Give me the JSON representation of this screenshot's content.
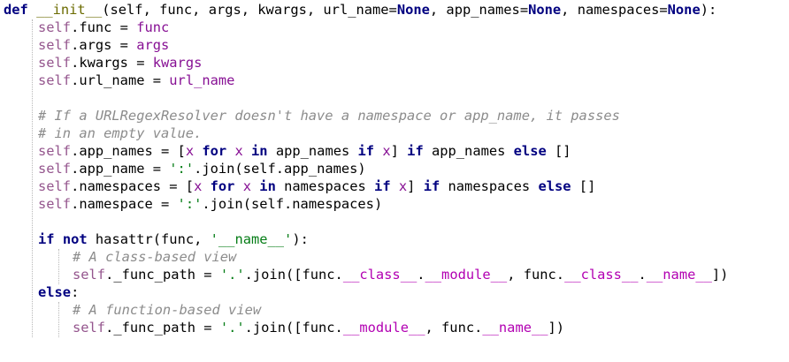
{
  "lines": [
    {
      "indent": 0,
      "tokens": [
        {
          "t": "def",
          "c": "t-def"
        },
        {
          "t": " ",
          "c": "t-plain"
        },
        {
          "t": "__init__",
          "c": "t-name"
        },
        {
          "t": "(self, func, args, kwargs, url_name=",
          "c": "t-plain"
        },
        {
          "t": "None",
          "c": "t-kw"
        },
        {
          "t": ", app_names=",
          "c": "t-plain"
        },
        {
          "t": "None",
          "c": "t-kw"
        },
        {
          "t": ", namespaces=",
          "c": "t-plain"
        },
        {
          "t": "None",
          "c": "t-kw"
        },
        {
          "t": "):",
          "c": "t-plain"
        }
      ]
    },
    {
      "indent": 1,
      "tokens": [
        {
          "t": "self",
          "c": "t-self"
        },
        {
          "t": ".func = ",
          "c": "t-plain"
        },
        {
          "t": "func",
          "c": "t-var"
        }
      ]
    },
    {
      "indent": 1,
      "tokens": [
        {
          "t": "self",
          "c": "t-self"
        },
        {
          "t": ".args = ",
          "c": "t-plain"
        },
        {
          "t": "args",
          "c": "t-var"
        }
      ]
    },
    {
      "indent": 1,
      "tokens": [
        {
          "t": "self",
          "c": "t-self"
        },
        {
          "t": ".kwargs = ",
          "c": "t-plain"
        },
        {
          "t": "kwargs",
          "c": "t-var"
        }
      ]
    },
    {
      "indent": 1,
      "tokens": [
        {
          "t": "self",
          "c": "t-self"
        },
        {
          "t": ".url_name = ",
          "c": "t-plain"
        },
        {
          "t": "url_name",
          "c": "t-var"
        }
      ]
    },
    {
      "indent": 0,
      "tokens": []
    },
    {
      "indent": 1,
      "tokens": [
        {
          "t": "# If a URLRegexResolver doesn't have a namespace or app_name, it passes",
          "c": "t-cmt"
        }
      ]
    },
    {
      "indent": 1,
      "tokens": [
        {
          "t": "# in an empty value.",
          "c": "t-cmt"
        }
      ]
    },
    {
      "indent": 1,
      "tokens": [
        {
          "t": "self",
          "c": "t-self"
        },
        {
          "t": ".app_names = [",
          "c": "t-plain"
        },
        {
          "t": "x",
          "c": "t-var"
        },
        {
          "t": " ",
          "c": "t-plain"
        },
        {
          "t": "for",
          "c": "t-kw"
        },
        {
          "t": " ",
          "c": "t-plain"
        },
        {
          "t": "x",
          "c": "t-var"
        },
        {
          "t": " ",
          "c": "t-plain"
        },
        {
          "t": "in",
          "c": "t-kw"
        },
        {
          "t": " app_names ",
          "c": "t-plain"
        },
        {
          "t": "if",
          "c": "t-kw"
        },
        {
          "t": " ",
          "c": "t-plain"
        },
        {
          "t": "x",
          "c": "t-var"
        },
        {
          "t": "] ",
          "c": "t-plain"
        },
        {
          "t": "if",
          "c": "t-kw"
        },
        {
          "t": " app_names ",
          "c": "t-plain"
        },
        {
          "t": "else",
          "c": "t-kw"
        },
        {
          "t": " []",
          "c": "t-plain"
        }
      ]
    },
    {
      "indent": 1,
      "tokens": [
        {
          "t": "self",
          "c": "t-self"
        },
        {
          "t": ".app_name = ",
          "c": "t-plain"
        },
        {
          "t": "':'",
          "c": "t-str"
        },
        {
          "t": ".join(self.app_names)",
          "c": "t-plain"
        }
      ]
    },
    {
      "indent": 1,
      "tokens": [
        {
          "t": "self",
          "c": "t-self"
        },
        {
          "t": ".namespaces = [",
          "c": "t-plain"
        },
        {
          "t": "x",
          "c": "t-var"
        },
        {
          "t": " ",
          "c": "t-plain"
        },
        {
          "t": "for",
          "c": "t-kw"
        },
        {
          "t": " ",
          "c": "t-plain"
        },
        {
          "t": "x",
          "c": "t-var"
        },
        {
          "t": " ",
          "c": "t-plain"
        },
        {
          "t": "in",
          "c": "t-kw"
        },
        {
          "t": " namespaces ",
          "c": "t-plain"
        },
        {
          "t": "if",
          "c": "t-kw"
        },
        {
          "t": " ",
          "c": "t-plain"
        },
        {
          "t": "x",
          "c": "t-var"
        },
        {
          "t": "] ",
          "c": "t-plain"
        },
        {
          "t": "if",
          "c": "t-kw"
        },
        {
          "t": " namespaces ",
          "c": "t-plain"
        },
        {
          "t": "else",
          "c": "t-kw"
        },
        {
          "t": " []",
          "c": "t-plain"
        }
      ]
    },
    {
      "indent": 1,
      "tokens": [
        {
          "t": "self",
          "c": "t-self"
        },
        {
          "t": ".namespace = ",
          "c": "t-plain"
        },
        {
          "t": "':'",
          "c": "t-str"
        },
        {
          "t": ".join(self.namespaces)",
          "c": "t-plain"
        }
      ]
    },
    {
      "indent": 0,
      "tokens": []
    },
    {
      "indent": 1,
      "tokens": [
        {
          "t": "if",
          "c": "t-kw"
        },
        {
          "t": " ",
          "c": "t-plain"
        },
        {
          "t": "not",
          "c": "t-kw"
        },
        {
          "t": " hasattr(func, ",
          "c": "t-plain"
        },
        {
          "t": "'__name__'",
          "c": "t-str"
        },
        {
          "t": "):",
          "c": "t-plain"
        }
      ]
    },
    {
      "indent": 2,
      "tokens": [
        {
          "t": "# A class-based view",
          "c": "t-cmt"
        }
      ]
    },
    {
      "indent": 2,
      "tokens": [
        {
          "t": "self",
          "c": "t-self"
        },
        {
          "t": "._func_path = ",
          "c": "t-plain"
        },
        {
          "t": "'.'",
          "c": "t-str"
        },
        {
          "t": ".join([func.",
          "c": "t-plain"
        },
        {
          "t": "__class__",
          "c": "t-dun"
        },
        {
          "t": ".",
          "c": "t-plain"
        },
        {
          "t": "__module__",
          "c": "t-dun"
        },
        {
          "t": ", func.",
          "c": "t-plain"
        },
        {
          "t": "__class__",
          "c": "t-dun"
        },
        {
          "t": ".",
          "c": "t-plain"
        },
        {
          "t": "__name__",
          "c": "t-dun"
        },
        {
          "t": "])",
          "c": "t-plain"
        }
      ]
    },
    {
      "indent": 1,
      "tokens": [
        {
          "t": "else",
          "c": "t-kw"
        },
        {
          "t": ":",
          "c": "t-plain"
        }
      ]
    },
    {
      "indent": 2,
      "tokens": [
        {
          "t": "# A function-based view",
          "c": "t-cmt"
        }
      ]
    },
    {
      "indent": 2,
      "tokens": [
        {
          "t": "self",
          "c": "t-self"
        },
        {
          "t": "._func_path = ",
          "c": "t-plain"
        },
        {
          "t": "'.'",
          "c": "t-str"
        },
        {
          "t": ".join([func.",
          "c": "t-plain"
        },
        {
          "t": "__module__",
          "c": "t-dun"
        },
        {
          "t": ", func.",
          "c": "t-plain"
        },
        {
          "t": "__name__",
          "c": "t-dun"
        },
        {
          "t": "])",
          "c": "t-plain"
        }
      ]
    }
  ]
}
